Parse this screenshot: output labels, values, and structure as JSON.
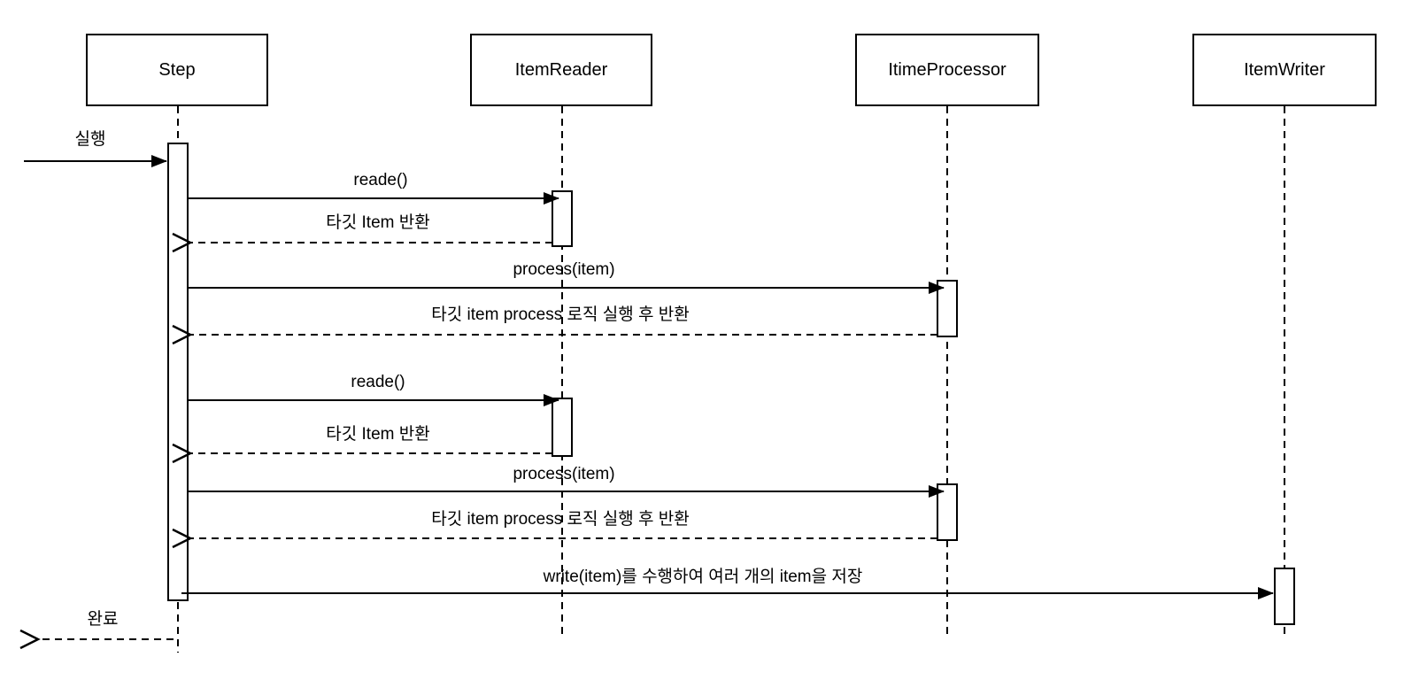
{
  "diagram": {
    "kind": "uml-sequence-diagram",
    "colors": {
      "stroke": "#000000",
      "background": "#ffffff",
      "activation_fill": "#ffffff"
    },
    "participants": [
      {
        "label": "Step"
      },
      {
        "label": "ItemReader"
      },
      {
        "label": "ItimeProcessor"
      },
      {
        "label": "ItemWriter"
      }
    ],
    "messages": [
      {
        "label": "실행",
        "kind": "call",
        "from": "external",
        "to": "Step"
      },
      {
        "label": "reade()",
        "kind": "call",
        "from": "Step",
        "to": "ItemReader"
      },
      {
        "label": "타깃 Item 반환",
        "kind": "return",
        "from": "ItemReader",
        "to": "Step"
      },
      {
        "label": "process(item)",
        "kind": "call",
        "from": "Step",
        "to": "ItimeProcessor"
      },
      {
        "label": "타깃 item process 로직 실행 후 반환",
        "kind": "return",
        "from": "ItimeProcessor",
        "to": "Step"
      },
      {
        "label": "reade()",
        "kind": "call",
        "from": "Step",
        "to": "ItemReader"
      },
      {
        "label": "타깃 Item 반환",
        "kind": "return",
        "from": "ItemReader",
        "to": "Step"
      },
      {
        "label": "process(item)",
        "kind": "call",
        "from": "Step",
        "to": "ItimeProcessor"
      },
      {
        "label": "타깃 item process 로직 실행 후 반환",
        "kind": "return",
        "from": "ItimeProcessor",
        "to": "Step"
      },
      {
        "label": "write(item)를 수행하여 여러 개의 item을 저장",
        "kind": "call",
        "from": "Step",
        "to": "ItemWriter"
      },
      {
        "label": "완료",
        "kind": "return",
        "from": "Step",
        "to": "external"
      }
    ]
  }
}
